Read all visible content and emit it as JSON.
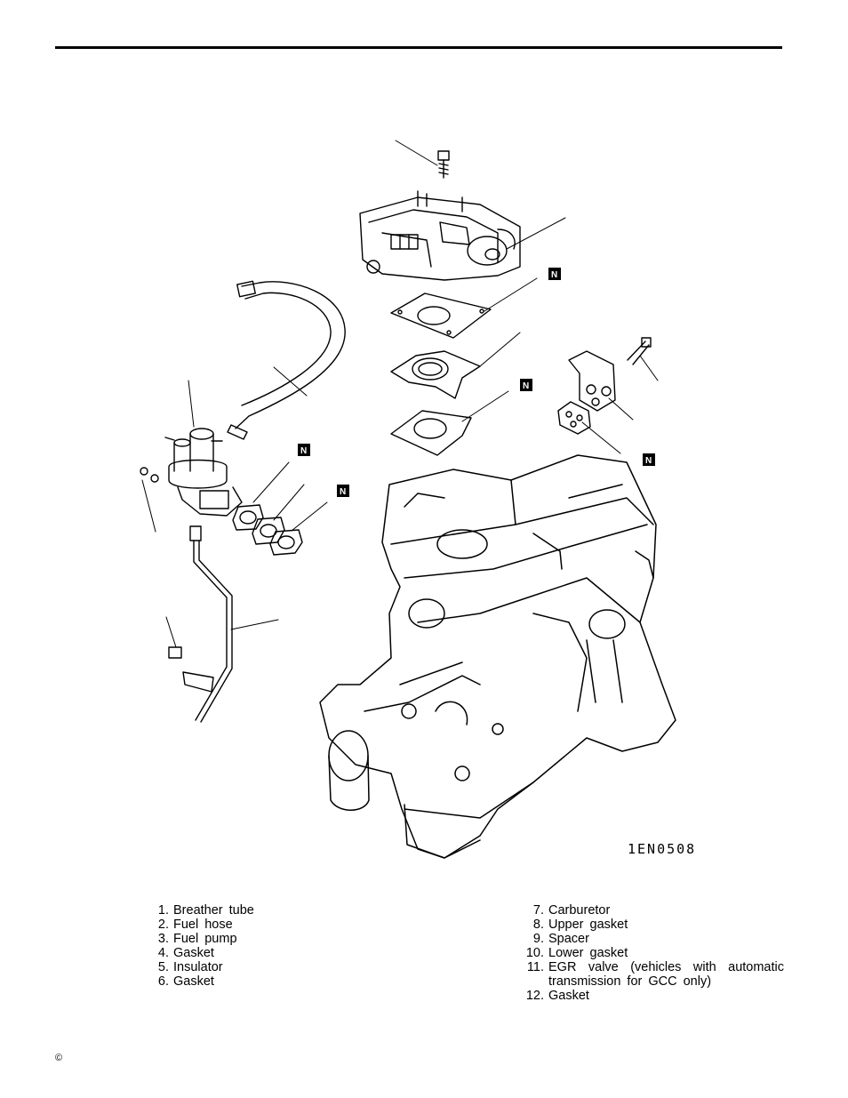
{
  "figure": {
    "code": "1EN0508",
    "new_part_mark": "N"
  },
  "legend_left": [
    {
      "num": "1.",
      "text": "Breather tube"
    },
    {
      "num": "2.",
      "text": "Fuel hose"
    },
    {
      "num": "3.",
      "text": "Fuel pump"
    },
    {
      "num": "4.",
      "text": "Gasket"
    },
    {
      "num": "5.",
      "text": "Insulator"
    },
    {
      "num": "6.",
      "text": "Gasket"
    }
  ],
  "legend_right": [
    {
      "num": "7.",
      "text": "Carburetor"
    },
    {
      "num": "8.",
      "text": "Upper gasket"
    },
    {
      "num": "9.",
      "text": "Spacer"
    },
    {
      "num": "10.",
      "text": "Lower gasket"
    },
    {
      "num": "11.",
      "text": "EGR valve (vehicles with automatic transmission for GCC only)"
    },
    {
      "num": "12.",
      "text": "Gasket"
    }
  ],
  "footer": {
    "copyright": "©"
  },
  "colors": {
    "line": "#000000",
    "background": "#ffffff"
  }
}
